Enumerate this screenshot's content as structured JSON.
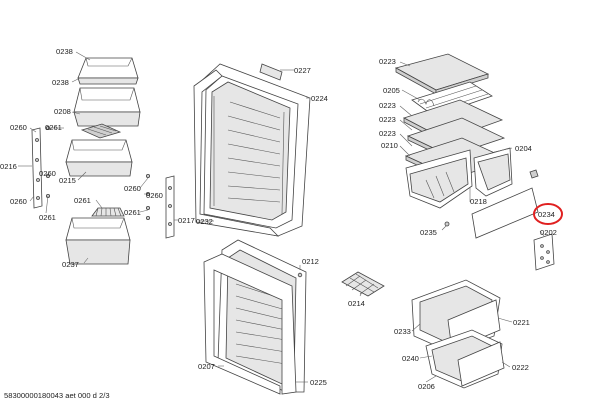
{
  "diagram": {
    "footer_text": "58300000180043 aet 000 d 2/3",
    "highlight_color": "#e02020",
    "highlighted_label": "0234",
    "labels": {
      "l0238a": "0238",
      "l0238b": "0238",
      "l0208": "0208",
      "l0260a": "0260",
      "l0261a": "0261",
      "l0216": "0216",
      "l0260b": "0260",
      "l0215": "0215",
      "l0260c": "0260",
      "l0261b": "0261",
      "l0261c": "0261",
      "l0237": "0237",
      "l0260d": "0260",
      "l0261d": "0261",
      "l0260e": "0260",
      "l0217": "0217",
      "l0227": "0227",
      "l0224": "0224",
      "l0232": "0232",
      "l0212": "0212",
      "l0214": "0214",
      "l0207": "0207",
      "l0225": "0225",
      "l0223a": "0223",
      "l0205": "0205",
      "l0223b": "0223",
      "l0223c": "0223",
      "l0223d": "0223",
      "l0210": "0210",
      "l0204": "0204",
      "l0218": "0218",
      "l0234": "0234",
      "l0235": "0235",
      "l0202": "0202",
      "l0233": "0233",
      "l0221": "0221",
      "l0240": "0240",
      "l0206": "0206",
      "l0222": "0222"
    }
  }
}
